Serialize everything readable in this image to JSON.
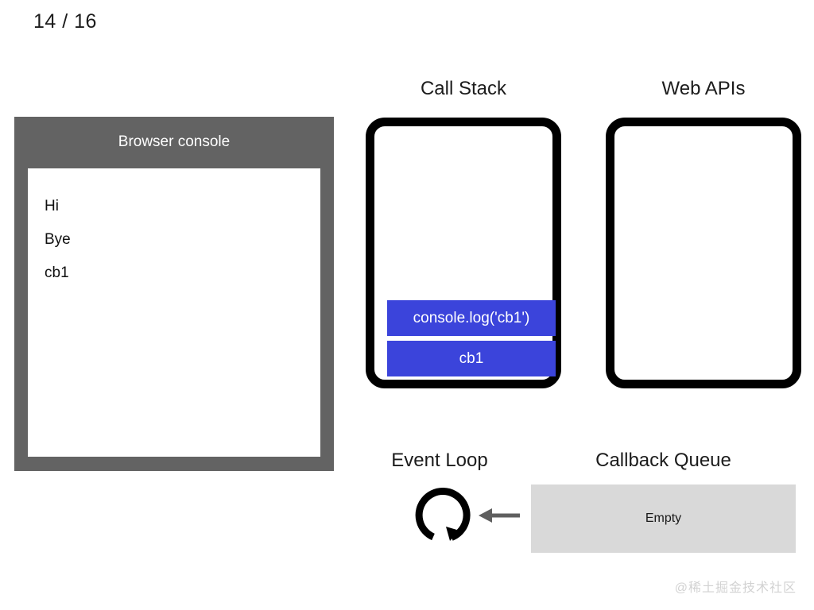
{
  "page": {
    "counter": "14 / 16",
    "watermark": "@稀土掘金技术社区"
  },
  "console_panel": {
    "title": "Browser console",
    "lines": [
      "Hi",
      "Bye",
      "cb1"
    ],
    "header_color": "#636363",
    "body_color": "#ffffff"
  },
  "call_stack": {
    "title": "Call Stack",
    "frames": [
      {
        "label": "console.log('cb1')"
      },
      {
        "label": "cb1"
      }
    ],
    "frame_color": "#3b44db",
    "border_color": "#000000"
  },
  "web_apis": {
    "title": "Web APIs",
    "items": [],
    "border_color": "#000000"
  },
  "event_loop": {
    "title": "Event Loop",
    "icon": "circular-arrow-icon",
    "arrow": "arrow-left-icon",
    "arrow_color": "#5f5f5f"
  },
  "callback_queue": {
    "title": "Callback Queue",
    "status": "Empty",
    "box_color": "#d9d9d9"
  }
}
